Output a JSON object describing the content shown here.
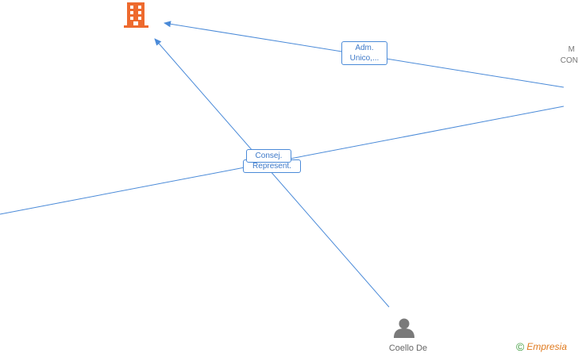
{
  "colors": {
    "edge": "#4a8ad8",
    "company": "#ee6a2e",
    "person": "#7a7a7a"
  },
  "nodes": {
    "company": {
      "icon": "building-icon"
    },
    "person": {
      "icon": "person-icon",
      "label": "Coello De"
    },
    "right_entity": {
      "line1": "M",
      "line2": "CON"
    }
  },
  "edges": {
    "adm": {
      "line1": "Adm.",
      "line2": "Unico,..."
    },
    "consej": {
      "label": "Consej."
    },
    "represent": {
      "label": "Represent."
    }
  },
  "watermark": {
    "symbol": "©",
    "brand": "Empresia"
  }
}
